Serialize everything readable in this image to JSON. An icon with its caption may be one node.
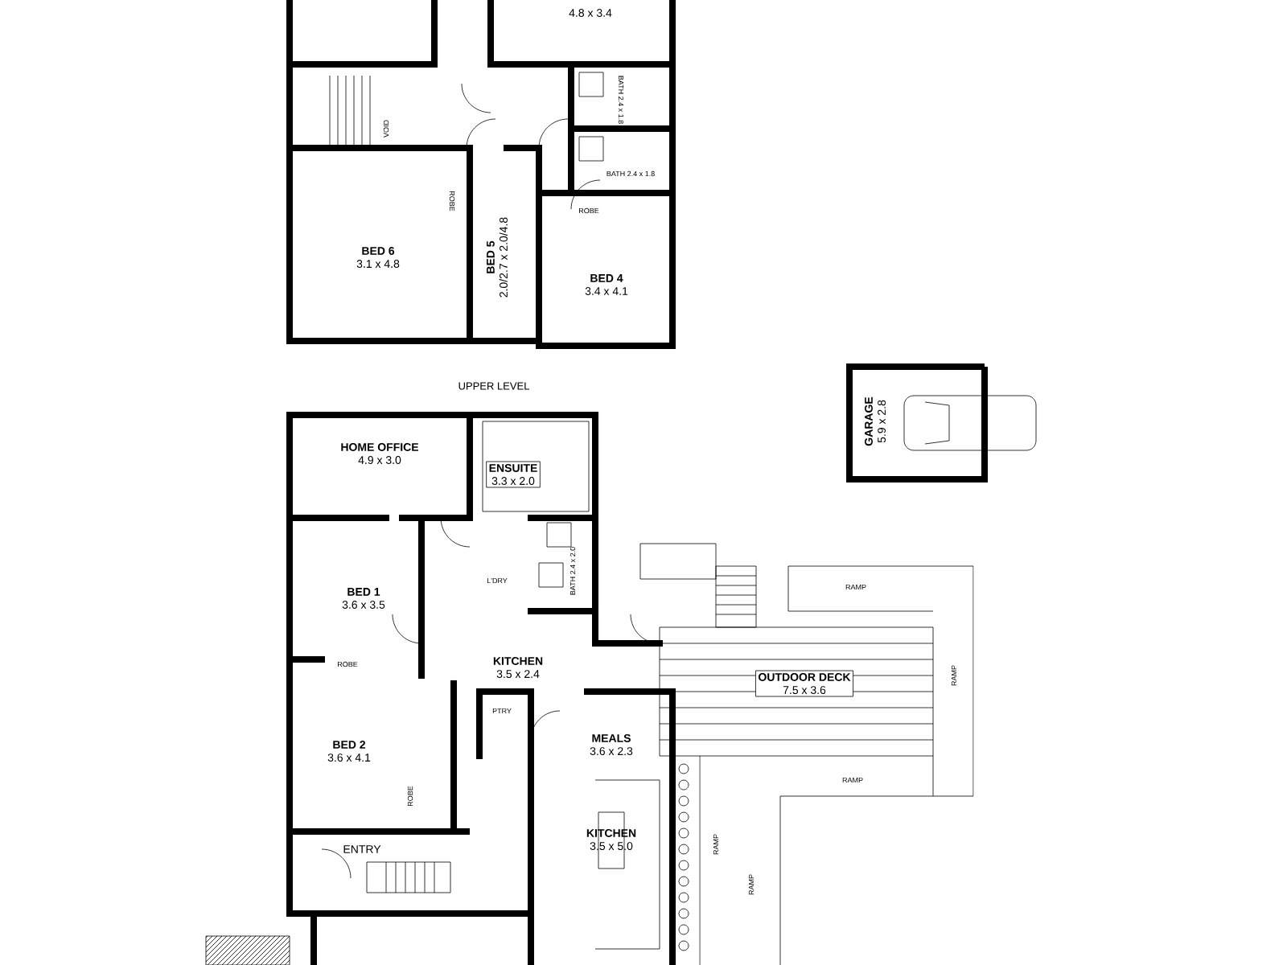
{
  "diagram": {
    "nodes": [
      {
        "text": [
          "4.8 x 3.4"
        ]
      },
      {
        "text": [
          "BED 6",
          "3.1 x 4.8"
        ]
      },
      {
        "text": [
          "BED 5",
          "2.0/2.7 x 2.0/4.8"
        ]
      },
      {
        "text": [
          "BED 4",
          "3.4 x 4.1"
        ]
      },
      {
        "text": [
          "HOME OFFICE",
          "4.9 x 3.0"
        ]
      },
      {
        "text": [
          "ENSUITE",
          "3.3 x 2.0"
        ]
      },
      {
        "text": [
          "BED 1",
          "3.6 x 3.5"
        ]
      },
      {
        "text": [
          "KITCHEN",
          "3.5 x 2.4"
        ]
      },
      {
        "text": [
          "OUTDOOR DECK",
          "7.5 x 3.6"
        ]
      },
      {
        "text": [
          "BED 2",
          "3.6 x 4.1"
        ]
      },
      {
        "text": [
          "MEALS",
          "3.6 x 2.3"
        ]
      },
      {
        "text": [
          "ENTRY"
        ]
      },
      {
        "text": [
          "KITCHEN",
          "3.5 x 5.0"
        ]
      },
      {
        "text": [
          "GARAGE",
          "5.9 x 2.8"
        ]
      }
    ],
    "labels": [
      "UPPER LEVEL",
      "VOID",
      "ROBE",
      "BATH 2.4 x 1.8",
      "BATH 2.4 x 1.8",
      "ROBE",
      "L'DRY",
      "BATH 2.4 x 2.0",
      "ROBE",
      "PTRY",
      "ROBE",
      "RAMP",
      "RAMP",
      "RAMP",
      "RAMP",
      "RAMP"
    ]
  }
}
